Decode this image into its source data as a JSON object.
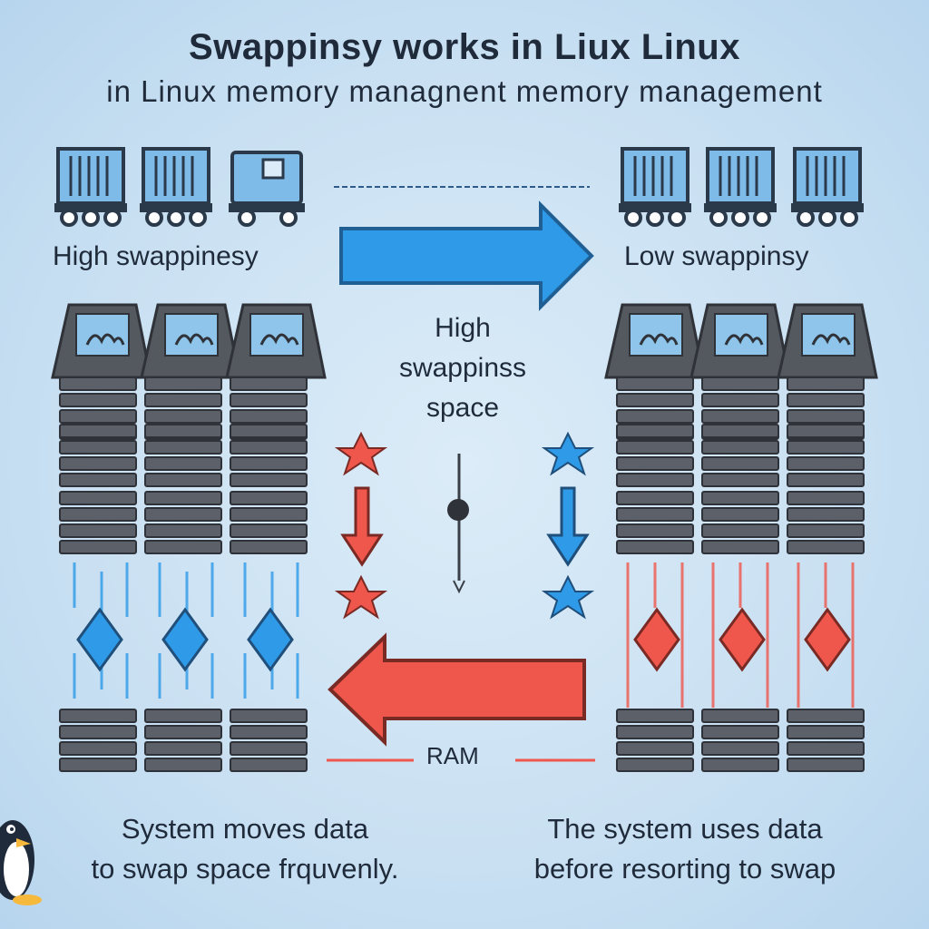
{
  "header": {
    "title": "Swappinsy works in Liux Linux",
    "subtitle": "in Linux memory managnent memory management"
  },
  "left": {
    "label": "High swappinesy",
    "caption_line1": "System moves data",
    "caption_line2": "to swap space frquvenly."
  },
  "right": {
    "label": "Low swappinsy",
    "caption_line1": "The system uses data",
    "caption_line2": "before resorting to swap"
  },
  "center": {
    "line1": "High",
    "line2": "swappinss",
    "line3": "space",
    "ram_label": "RAM"
  },
  "colors": {
    "blue": "#2f9be8",
    "red": "#f0574c",
    "dark": "#3a3f47",
    "bg": "#cfe4f4"
  },
  "icons": [
    "truck-icon",
    "server-rack-icon",
    "star-icon",
    "diamond-icon",
    "penguin-icon"
  ]
}
